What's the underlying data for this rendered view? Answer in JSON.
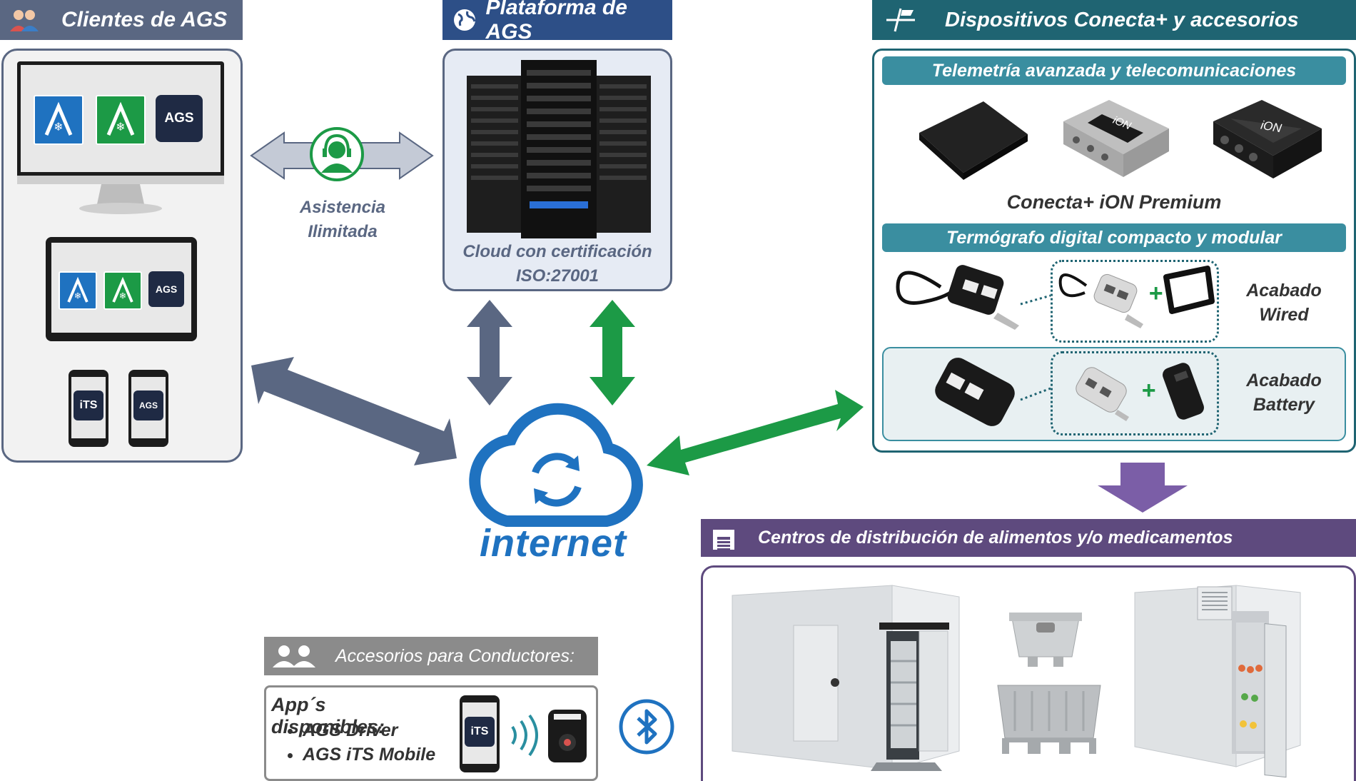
{
  "clients": {
    "title": "Clientes de AGS"
  },
  "platform": {
    "title": "Plataforma de AGS",
    "caption_line1": "Cloud con certificación",
    "caption_line2": "ISO:27001"
  },
  "assistance": {
    "line1": "Asistencia",
    "line2": "Ilimitada"
  },
  "devices": {
    "title": "Dispositivos Conecta+ y accesorios",
    "telemetry_header": "Telemetría avanzada y telecomunicaciones",
    "product_name": "Conecta+ iON Premium",
    "thermo_header": "Termógrafo digital compacto y modular",
    "wired_line1": "Acabado",
    "wired_line2": "Wired",
    "battery_line1": "Acabado",
    "battery_line2": "Battery",
    "ion_label": "iON"
  },
  "internet": {
    "label": "internet"
  },
  "distribution": {
    "title": "Centros de distribución de alimentos y/o medicamentos"
  },
  "drivers": {
    "title": "Accesorios para Conductores:",
    "apps_heading": "App´s disponibles:",
    "apps": [
      "AGS Driver",
      "AGS iTS Mobile"
    ]
  },
  "app_icons": {
    "ags": "AGS",
    "its": "iTS"
  },
  "colors": {
    "slate": "#5a6782",
    "navy": "#2d4f87",
    "teal": "#1f6472",
    "teal_light": "#3a8ea0",
    "purple": "#5e4a7e",
    "green": "#1c9a46",
    "blue": "#1f72c0",
    "gray": "#8b8b8b"
  }
}
